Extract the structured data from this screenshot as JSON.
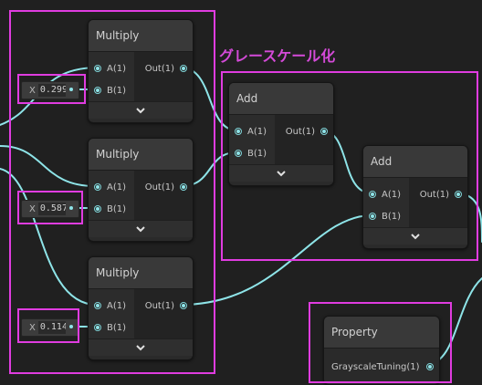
{
  "group_label": "グレースケール化",
  "nodes": {
    "multiply_1": {
      "title": "Multiply",
      "inputs": [
        "A(1)",
        "B(1)"
      ],
      "output": "Out(1)"
    },
    "multiply_2": {
      "title": "Multiply",
      "inputs": [
        "A(1)",
        "B(1)"
      ],
      "output": "Out(1)"
    },
    "multiply_3": {
      "title": "Multiply",
      "inputs": [
        "A(1)",
        "B(1)"
      ],
      "output": "Out(1)"
    },
    "add_1": {
      "title": "Add",
      "inputs": [
        "A(1)",
        "B(1)"
      ],
      "output": "Out(1)"
    },
    "add_2": {
      "title": "Add",
      "inputs": [
        "A(1)",
        "B(1)"
      ],
      "output": "Out(1)"
    },
    "property": {
      "title": "Property",
      "output": "GrayscaleTuning(1)"
    }
  },
  "value_boxes": [
    {
      "axis": "X",
      "value": "0.299"
    },
    {
      "axis": "X",
      "value": "0.587"
    },
    {
      "axis": "X",
      "value": "0.114"
    }
  ],
  "colors": {
    "wire": "#8ee4e8",
    "highlight": "#e03ce0",
    "group_label": "#d44ad8"
  }
}
